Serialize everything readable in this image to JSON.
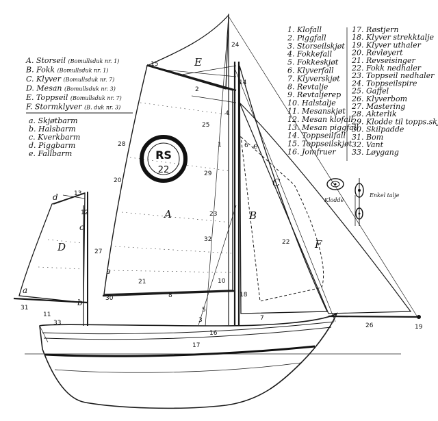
{
  "sail_legend": [
    {
      "letter": "A.",
      "name": "Storseil",
      "note": "(Bomullsduk nr. 1)"
    },
    {
      "letter": "B.",
      "name": "Fokk",
      "note": "(Bomullsduk nr. 1)"
    },
    {
      "letter": "C.",
      "name": "Klyver",
      "note": "(Bomullsduk nr. 7)"
    },
    {
      "letter": "D.",
      "name": "Mesan",
      "note": "(Bomullsduk nr. 3)"
    },
    {
      "letter": "E.",
      "name": "Toppseil",
      "note": "(Bomullsduk nr. 7)"
    },
    {
      "letter": "F.",
      "name": "Stormklyver",
      "note": "(B. duk nr. 3)"
    }
  ],
  "corner_legend": [
    {
      "letter": "a.",
      "name": "Skjøtbarm"
    },
    {
      "letter": "b.",
      "name": "Halsbarm"
    },
    {
      "letter": "c.",
      "name": "Kverkbarm"
    },
    {
      "letter": "d.",
      "name": "Piggbarm"
    },
    {
      "letter": "e.",
      "name": "Fallbarm"
    }
  ],
  "rigging_col1": [
    {
      "n": "1.",
      "name": "Klofall"
    },
    {
      "n": "2.",
      "name": "Piggfall"
    },
    {
      "n": "3.",
      "name": "Storseilskjøt"
    },
    {
      "n": "4.",
      "name": "Fokkefall"
    },
    {
      "n": "5.",
      "name": "Fokkeskjøt"
    },
    {
      "n": "6.",
      "name": "Klyverfall"
    },
    {
      "n": "7.",
      "name": "Klyverskjøt"
    },
    {
      "n": "8.",
      "name": "Revtalje"
    },
    {
      "n": "9.",
      "name": "Revtaljerep"
    },
    {
      "n": "10.",
      "name": "Halstalje"
    },
    {
      "n": "11.",
      "name": "Mesanskjøt"
    },
    {
      "n": "12.",
      "name": "Mesan klofall"
    },
    {
      "n": "13.",
      "name": "Mesan piggfall"
    },
    {
      "n": "14.",
      "name": "Toppseilfall"
    },
    {
      "n": "15.",
      "name": "Toppseilskjøt"
    },
    {
      "n": "16.",
      "name": "Jomfruer"
    }
  ],
  "rigging_col2": [
    {
      "n": "17.",
      "name": "Røstjern"
    },
    {
      "n": "18.",
      "name": "Klyver strekktalje"
    },
    {
      "n": "19.",
      "name": "Klyver uthaler"
    },
    {
      "n": "20.",
      "name": "Revløyert"
    },
    {
      "n": "21.",
      "name": "Revseisinger"
    },
    {
      "n": "22.",
      "name": "Fokk nedhaler"
    },
    {
      "n": "23.",
      "name": "Toppseil nedhaler"
    },
    {
      "n": "24.",
      "name": "Toppseilspire"
    },
    {
      "n": "25.",
      "name": "Gaffel"
    },
    {
      "n": "26.",
      "name": "Klyverbom"
    },
    {
      "n": "27.",
      "name": "Mastering"
    },
    {
      "n": "28.",
      "name": "Akterlik"
    },
    {
      "n": "29.",
      "name": "Klodde til topps.skjøt"
    },
    {
      "n": "30.",
      "name": "Skilpadde"
    },
    {
      "n": "31.",
      "name": "Bom"
    },
    {
      "n": "32.",
      "name": "Vant"
    },
    {
      "n": "33.",
      "name": "Løygang"
    }
  ],
  "block_labels": {
    "klodde": "Klodde",
    "enkel_talje": "Enkel talje"
  },
  "sail_emblem": {
    "top": "RS",
    "bottom": "22"
  },
  "sail_letters": {
    "A": "A",
    "B": "B",
    "C": "C",
    "D": "D",
    "E": "E",
    "F": "F"
  },
  "corner_letters": {
    "a": "a",
    "b": "b",
    "c": "c",
    "d": "d",
    "e": "e"
  },
  "callout_numbers": [
    "1",
    "2",
    "3",
    "4",
    "5",
    "6",
    "7",
    "8",
    "9",
    "10",
    "11",
    "12",
    "13",
    "14",
    "15",
    "16",
    "17",
    "18",
    "19",
    "20",
    "21",
    "22",
    "23",
    "24",
    "25",
    "26",
    "27",
    "28",
    "29",
    "30",
    "31",
    "32",
    "33"
  ]
}
